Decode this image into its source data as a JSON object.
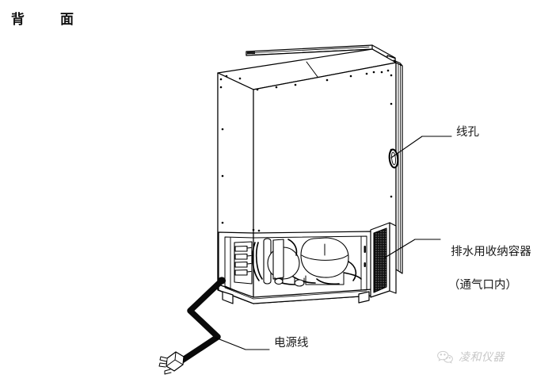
{
  "page": {
    "title": "背　面",
    "background_color": "#ffffff",
    "line_color": "#000000"
  },
  "diagram": {
    "type": "line-drawing",
    "subject": "refrigerator-rear-view",
    "description": "Isometric technical line drawing of the rear of a cabinet-style refrigerator/incubator showing the back panel, top rail, lower machine compartment with compressor and condenser fan, a side ventilation mesh grille, an oval wire hole on the right side panel, and a power cord with a three-prong plug.",
    "parts": [
      {
        "name": "top-rail",
        "label": ""
      },
      {
        "name": "back-panel",
        "label": ""
      },
      {
        "name": "machine-compartment",
        "label": ""
      },
      {
        "name": "compressor",
        "label": ""
      },
      {
        "name": "condenser-fan",
        "label": ""
      },
      {
        "name": "vent-grille",
        "label": ""
      },
      {
        "name": "wire-hole",
        "label": "线孔"
      },
      {
        "name": "drain-container",
        "label": "排水用收纳容器"
      },
      {
        "name": "power-cord",
        "label": "电源线"
      },
      {
        "name": "power-plug",
        "label": ""
      },
      {
        "name": "leveling-feet",
        "label": ""
      }
    ]
  },
  "callouts": [
    {
      "id": "wire-hole",
      "label": "线孔",
      "sub_label": ""
    },
    {
      "id": "drain-container",
      "label": "排水用收纳容器",
      "sub_label": "（通气口内）"
    },
    {
      "id": "power-cord",
      "label": "电源线",
      "sub_label": ""
    }
  ],
  "watermark": {
    "icon": "wechat-icon",
    "text": "凌和仪器"
  }
}
